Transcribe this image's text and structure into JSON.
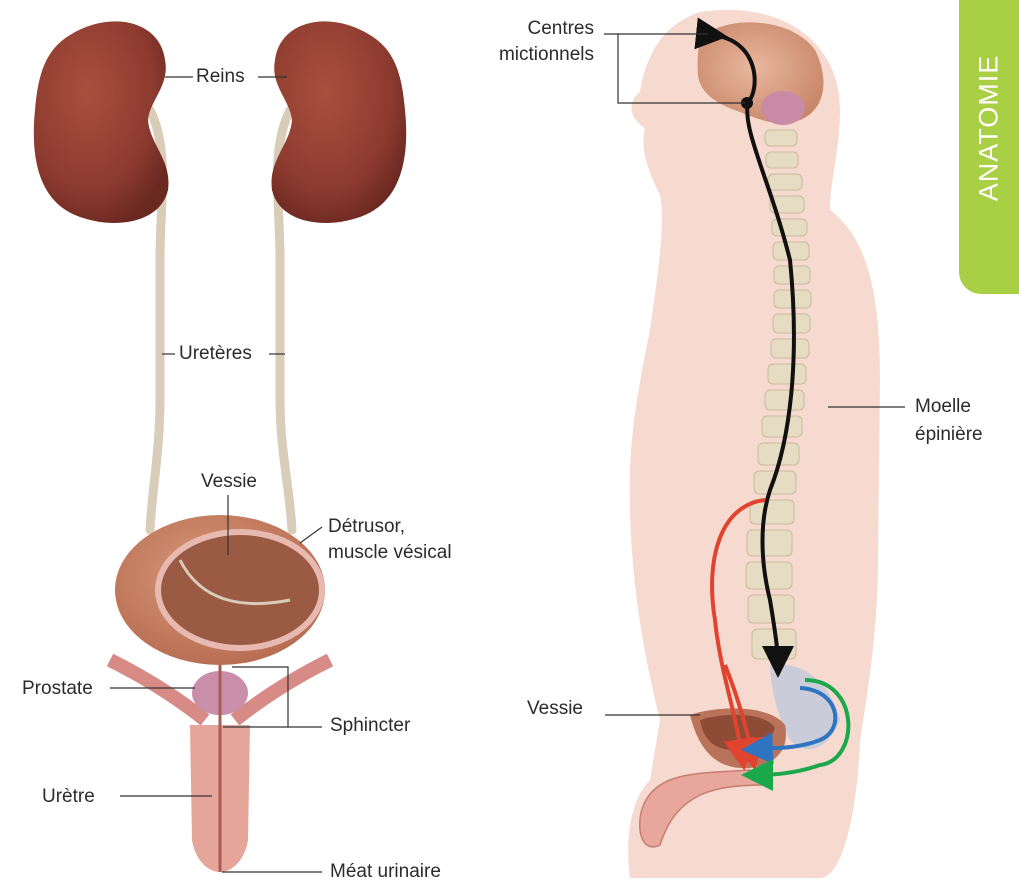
{
  "side_tab": {
    "label": "ANATOMIE"
  },
  "colors": {
    "tab": "#a9cf45",
    "kidney": "#8c3a2f",
    "ureter": "#d9ccb8",
    "bladder": "#c77d62",
    "body_silhouette": "#f6d9cf",
    "spine": "#e6dcc3",
    "arrow_black": "#111111",
    "arrow_red": "#e0442f",
    "arrow_blue": "#2e74c0",
    "arrow_green": "#1aa84a"
  },
  "left_diagram": {
    "kidneys": "Reins",
    "ureters": "Uretères",
    "bladder": "Vessie",
    "detrusor_line1": "Détrusor,",
    "detrusor_line2": "muscle vésical",
    "prostate": "Prostate",
    "sphincter": "Sphincter",
    "urethra": "Urètre",
    "meatus": "Méat urinaire"
  },
  "right_diagram": {
    "centers_line1": "Centres",
    "centers_line2": "mictionnels",
    "spinal_cord_line1": "Moelle",
    "spinal_cord_line2": "épinière",
    "bladder": "Vessie"
  }
}
